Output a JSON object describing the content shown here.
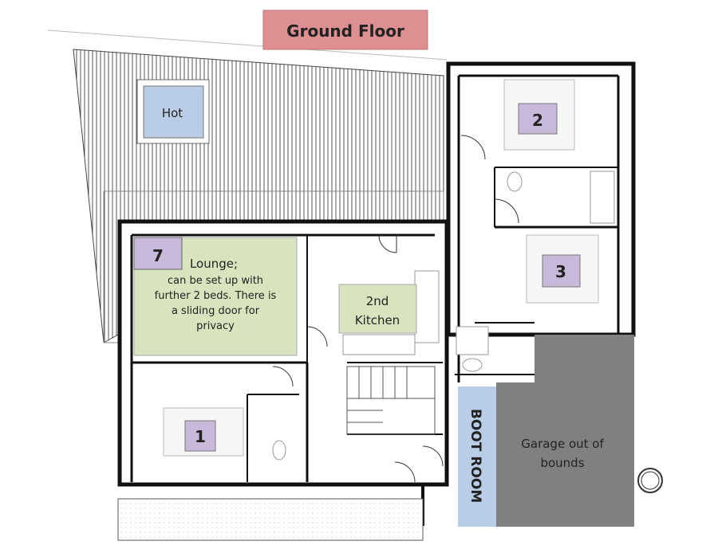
{
  "title": "Ground Floor",
  "rooms": {
    "hot_tub": "Hot",
    "lounge_number": "7",
    "lounge_title": "Lounge;",
    "lounge_desc": [
      "can be set up with",
      "further  2 beds.  There is",
      "a sliding  door  for",
      "privacy"
    ],
    "kitchen": [
      "2nd",
      "Kitchen"
    ],
    "bedroom_1": "1",
    "bedroom_2": "2",
    "bedroom_3": "3",
    "boot_room": "BOOT  ROOM",
    "garage": [
      "Garage out of",
      "bounds"
    ]
  },
  "colors": {
    "title_bg": "#dd8f91",
    "room_green": "#d7e4bd",
    "bed_purple": "#c8b8da",
    "blue": "#b9cde6",
    "garage": "#808080"
  }
}
